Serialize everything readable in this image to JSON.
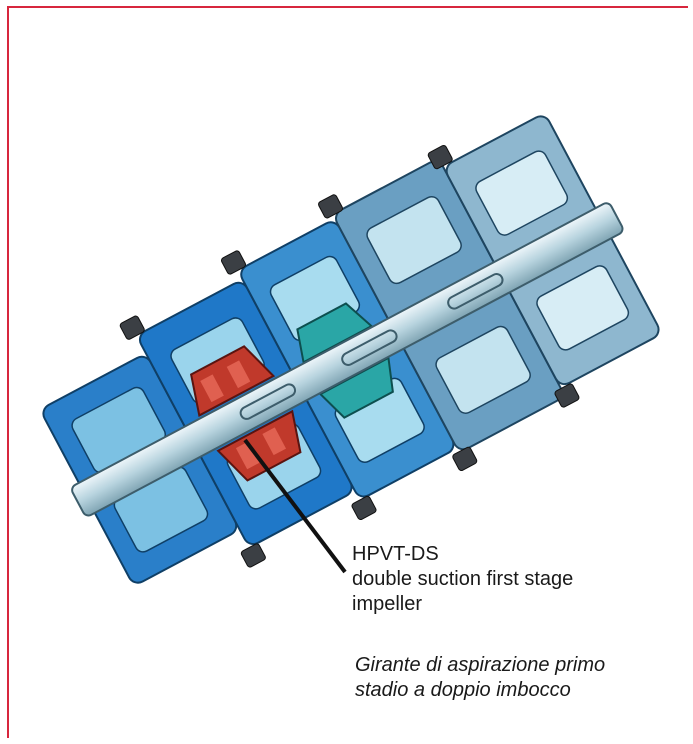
{
  "caption": {
    "model": "HPVT-DS",
    "en_line1": "double suction first stage",
    "en_line2": "impeller",
    "it_line1": "Girante di aspirazione primo",
    "it_line2": "stadio a doppio imbocco"
  },
  "colors": {
    "frame": "#d7263d",
    "casing_dark": "#1f78c8",
    "casing_light": "#8ecfe8",
    "shaft": "#c9dfe8",
    "first_stage_impeller": "#c0392b",
    "second_stage_impeller": "#2aa6a6",
    "leader_line": "#111111"
  }
}
